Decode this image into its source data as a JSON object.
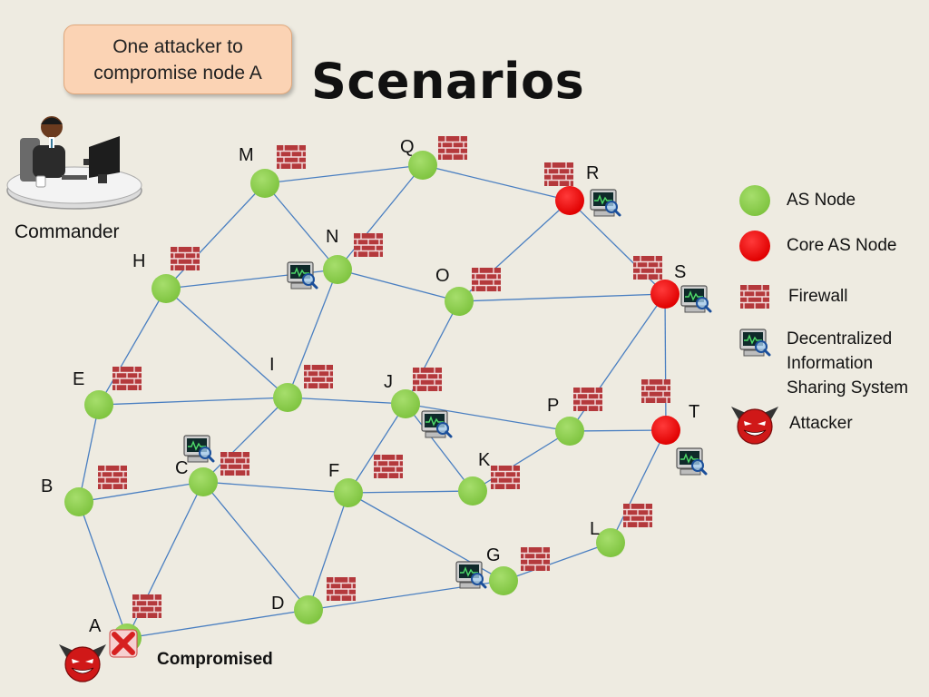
{
  "title": "Scenarios",
  "callout": {
    "line1": "One attacker to",
    "line2": "compromise node A"
  },
  "commander_label": "Commander",
  "compromised_label": "Compromised",
  "legend": {
    "as_node": "AS Node",
    "core_as_node": "Core AS Node",
    "firewall": "Firewall",
    "dis_line1": "Decentralized",
    "dis_line2": "Information",
    "dis_line3": "Sharing System",
    "attacker": "Attacker"
  },
  "colors": {
    "as_node": "#8fd14f",
    "core_as_node": "#ff0000",
    "edge": "#4a7fc1",
    "firewall": "#b4393c",
    "background": "#eeebe1"
  },
  "nodes": [
    {
      "id": "A",
      "type": "as",
      "status": "compromised"
    },
    {
      "id": "B",
      "type": "as"
    },
    {
      "id": "C",
      "type": "as"
    },
    {
      "id": "D",
      "type": "as"
    },
    {
      "id": "E",
      "type": "as"
    },
    {
      "id": "F",
      "type": "as"
    },
    {
      "id": "G",
      "type": "as"
    },
    {
      "id": "H",
      "type": "as"
    },
    {
      "id": "I",
      "type": "as"
    },
    {
      "id": "J",
      "type": "as"
    },
    {
      "id": "K",
      "type": "as"
    },
    {
      "id": "L",
      "type": "as"
    },
    {
      "id": "M",
      "type": "as"
    },
    {
      "id": "N",
      "type": "as"
    },
    {
      "id": "O",
      "type": "as"
    },
    {
      "id": "P",
      "type": "as"
    },
    {
      "id": "Q",
      "type": "as"
    },
    {
      "id": "R",
      "type": "core"
    },
    {
      "id": "S",
      "type": "core"
    },
    {
      "id": "T",
      "type": "core"
    }
  ],
  "edges": [
    [
      "M",
      "Q"
    ],
    [
      "M",
      "H"
    ],
    [
      "M",
      "N"
    ],
    [
      "Q",
      "N"
    ],
    [
      "Q",
      "R"
    ],
    [
      "R",
      "O"
    ],
    [
      "R",
      "S"
    ],
    [
      "H",
      "N"
    ],
    [
      "H",
      "E"
    ],
    [
      "H",
      "I"
    ],
    [
      "N",
      "O"
    ],
    [
      "N",
      "I"
    ],
    [
      "O",
      "S"
    ],
    [
      "O",
      "J"
    ],
    [
      "S",
      "P"
    ],
    [
      "S",
      "T"
    ],
    [
      "E",
      "I"
    ],
    [
      "E",
      "B"
    ],
    [
      "I",
      "J"
    ],
    [
      "I",
      "C"
    ],
    [
      "J",
      "P"
    ],
    [
      "J",
      "K"
    ],
    [
      "J",
      "F"
    ],
    [
      "P",
      "T"
    ],
    [
      "P",
      "K"
    ],
    [
      "T",
      "L"
    ],
    [
      "C",
      "B"
    ],
    [
      "C",
      "F"
    ],
    [
      "C",
      "A"
    ],
    [
      "C",
      "D"
    ],
    [
      "F",
      "K"
    ],
    [
      "F",
      "G"
    ],
    [
      "F",
      "D"
    ],
    [
      "B",
      "A"
    ],
    [
      "A",
      "D"
    ],
    [
      "D",
      "G"
    ],
    [
      "G",
      "L"
    ]
  ],
  "dis_nodes": [
    "N",
    "R",
    "S",
    "J",
    "T",
    "C",
    "G"
  ],
  "firewall_nodes": [
    "M",
    "Q",
    "R",
    "H",
    "N",
    "O",
    "S",
    "E",
    "I",
    "J",
    "P",
    "T",
    "C",
    "B",
    "F",
    "K",
    "L",
    "G",
    "A",
    "D"
  ]
}
